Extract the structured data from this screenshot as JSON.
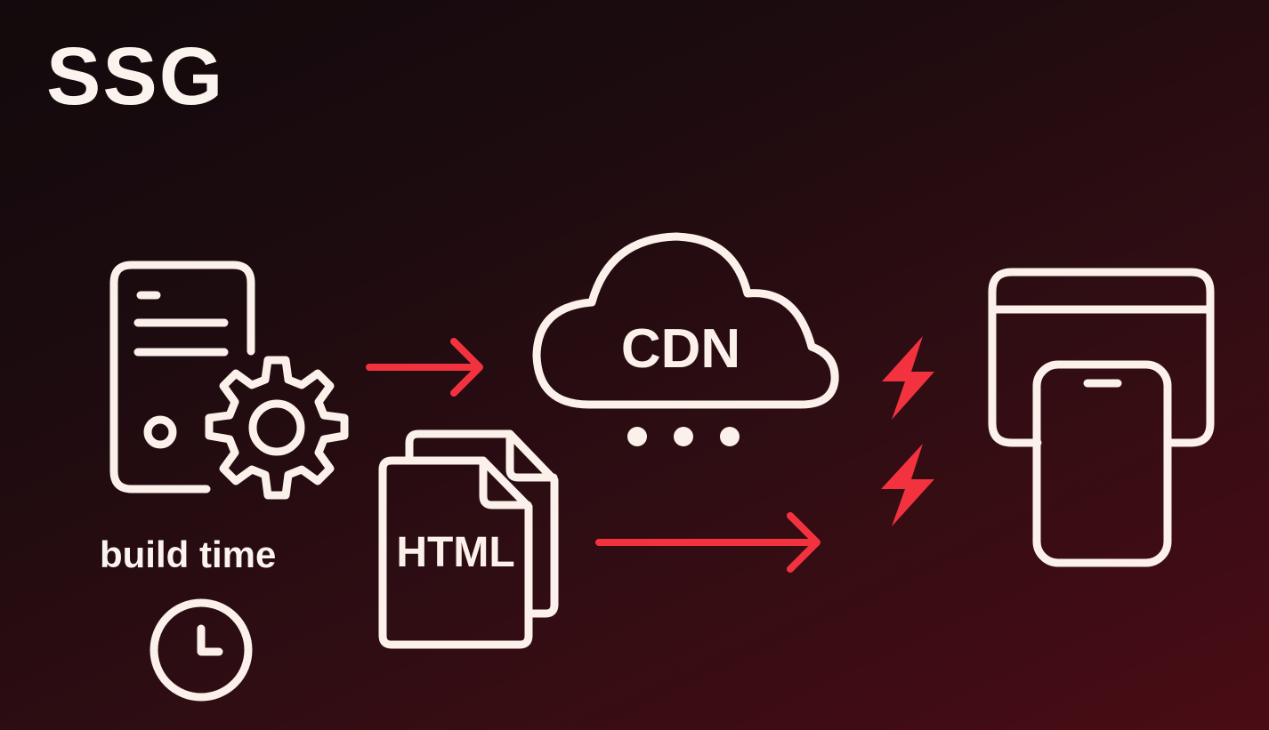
{
  "title": "SSG",
  "labels": {
    "build_time": "build time",
    "cdn": "CDN",
    "html": "HTML"
  },
  "icons": {
    "server": "server-icon",
    "gear": "gear-icon",
    "clock": "clock-icon",
    "html_files": "html-document-icon",
    "cloud": "cloud-cdn-icon",
    "dots": "ellipsis-icon",
    "bolts": "lightning-bolt-icon",
    "devices": "browser-and-phone-icon"
  },
  "colors": {
    "background_start": "#120a0c",
    "background_end": "#4a0c14",
    "foreground": "#fbf1ea",
    "accent": "#f2323e"
  },
  "flow": [
    {
      "from": "build server",
      "to": "CDN"
    },
    {
      "from": "HTML",
      "to": "devices"
    }
  ]
}
